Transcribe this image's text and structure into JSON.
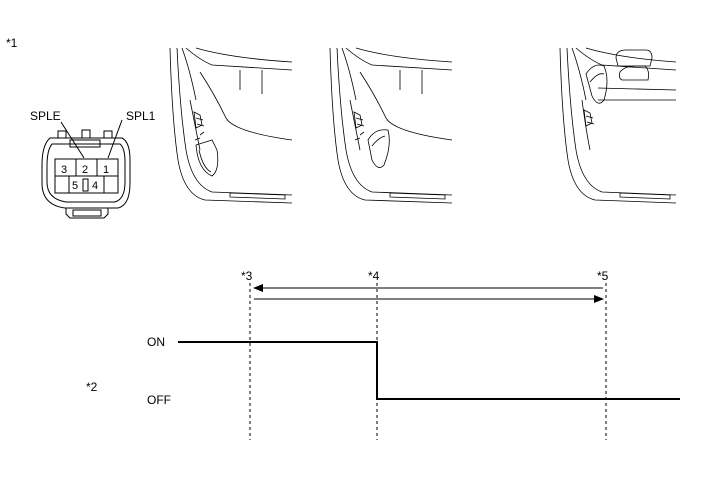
{
  "labels": {
    "callout_1": "*1",
    "callout_2": "*2",
    "callout_3": "*3",
    "callout_4": "*4",
    "callout_5": "*5"
  },
  "connector": {
    "pin_label_left": "SPLE",
    "pin_label_right": "SPL1",
    "pins": [
      "3",
      "2",
      "1",
      "5",
      "4"
    ]
  },
  "timing": {
    "state_on": "ON",
    "state_off": "OFF"
  }
}
